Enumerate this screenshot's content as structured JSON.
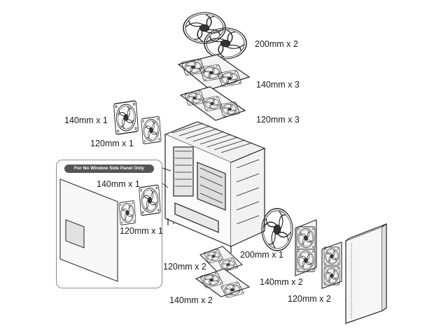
{
  "panel_note": "For No Window Side Panel Only",
  "labels": {
    "top_200": "200mm x 2",
    "top_140": "140mm x 3",
    "top_120": "120mm x 3",
    "front_140": "140mm x 1",
    "front_120": "120mm x 1",
    "side_140": "140mm x 1",
    "side_120": "120mm x 1",
    "rear_200": "200mm x 1",
    "bottom_120": "120mm x 2",
    "bottom_140": "140mm x 2",
    "right_140": "140mm x 2",
    "right_120": "120mm x 2"
  }
}
